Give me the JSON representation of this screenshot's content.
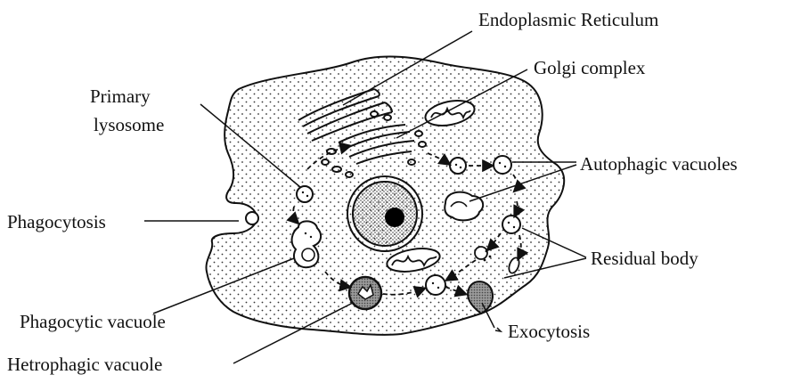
{
  "labels": {
    "endoplasmic_reticulum": "Endoplasmic Reticulum",
    "golgi_complex": "Golgi complex",
    "primary_lysosome_line1": "Primary",
    "primary_lysosome_line2": "lysosome",
    "autophagic_vacuoles": "Autophagic vacuoles",
    "phagocytosis": "Phagocytosis",
    "residual_body": "Residual body",
    "phagocytic_vacuole": "Phagocytic vacuole",
    "exocytosis": "Exocytosis",
    "hetrophagic_vacuole": "Hetrophagic vacuole"
  },
  "colors": {
    "ink": "#111111",
    "paper": "#ffffff",
    "nucleus_fill": "#d9d9d9",
    "nucleolus": "#000000"
  }
}
